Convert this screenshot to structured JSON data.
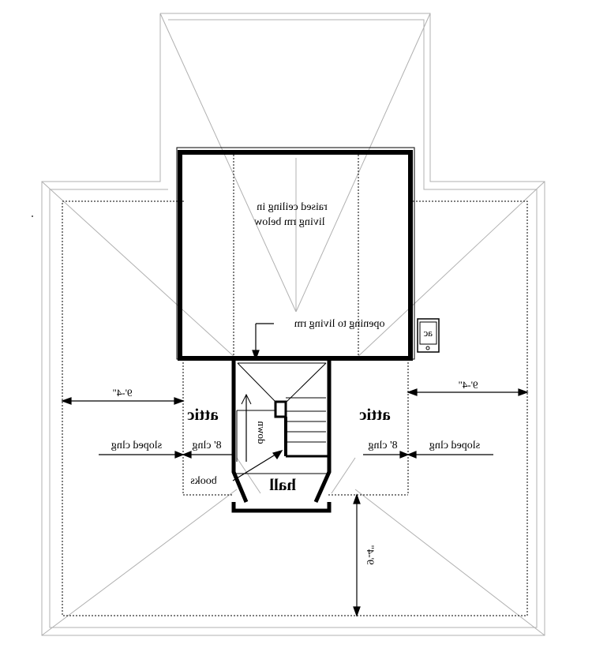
{
  "rooms": {
    "attic_left": "attic",
    "attic_right": "attic",
    "hall": "hall"
  },
  "notes": {
    "raised_ceiling_line1": "raised ceiling in",
    "raised_ceiling_line2": "living rm below",
    "opening": "opening to living rm",
    "ac": "ac",
    "down": "down",
    "books": "books"
  },
  "ceiling": {
    "sloped_left": "sloped clng",
    "sloped_right": "sloped clng",
    "eight_left": "8' clng",
    "eight_right": "8' clng"
  },
  "dimensions": {
    "left_width": "9'-4\"",
    "right_width": "9'-4\"",
    "bottom_depth": "9'-4\""
  },
  "colors": {
    "line": "#000000",
    "roof": "#b0b0b0"
  }
}
